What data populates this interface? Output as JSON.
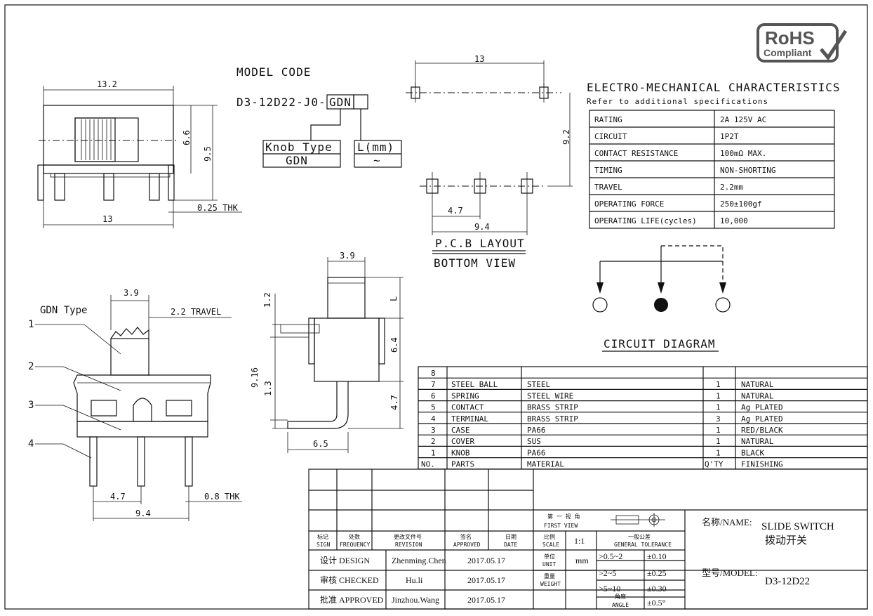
{
  "rohs": {
    "line1": "RoHS",
    "line2": "Compliant"
  },
  "model_code": {
    "heading": "MODEL CODE",
    "code_prefix": "D3-12D22-J0-",
    "code_box1": "GDN",
    "knob_type_label": "Knob Type",
    "knob_type_value": "GDN",
    "length_label": "L(mm)",
    "length_value": "~"
  },
  "front_view": {
    "dim_top": "13.2",
    "dim_right_inner": "6.6",
    "dim_right_outer": "9.5",
    "dim_bottom": "13",
    "thk": "0.25 THK"
  },
  "pcb": {
    "dim_top": "13",
    "dim_right": "9.2",
    "dim_pitch": "4.7",
    "dim_span": "9.4",
    "title1": "P.C.B LAYOUT",
    "title2": "BOTTOM VIEW"
  },
  "electro": {
    "heading": "ELECTRO-MECHANICAL CHARACTERISTICS",
    "sub": "Refer to additional specifications",
    "rows": [
      {
        "k": "RATING",
        "v": "2A 125V AC"
      },
      {
        "k": "CIRCUIT",
        "v": "1P2T"
      },
      {
        "k": "CONTACT RESISTANCE",
        "v": "100mΩ MAX."
      },
      {
        "k": "TIMING",
        "v": "NON-SHORTING"
      },
      {
        "k": "TRAVEL",
        "v": "2.2mm"
      },
      {
        "k": "OPERATING FORCE",
        "v": "250±100gf"
      },
      {
        "k": "OPERATING LIFE(cycles)",
        "v": "10,000"
      }
    ]
  },
  "circuit_title": "CIRCUIT DIAGRAM",
  "side_view": {
    "type_label": "GDN Type",
    "dim_width": "3.9",
    "travel": "2.2 TRAVEL",
    "callouts": [
      "1",
      "2",
      "3",
      "4"
    ],
    "dim_pitch": "4.7",
    "dim_span": "9.4",
    "thk": "0.8 THK"
  },
  "profile_view": {
    "dim_top": "3.9",
    "dim_l": "L",
    "dim_12": "1.2",
    "dim_64": "6.4",
    "dim_916": "9.16",
    "dim_13": "1.3",
    "dim_47": "4.7",
    "dim_65": "6.5"
  },
  "bom": {
    "rows": [
      {
        "no": "8",
        "part": "",
        "material": "",
        "qty": "",
        "finish": ""
      },
      {
        "no": "7",
        "part": "STEEL BALL",
        "material": "STEEL",
        "qty": "1",
        "finish": "NATURAL"
      },
      {
        "no": "6",
        "part": "SPRING",
        "material": "STEEL WIRE",
        "qty": "1",
        "finish": "NATURAL"
      },
      {
        "no": "5",
        "part": "CONTACT",
        "material": "BRASS STRIP",
        "qty": "1",
        "finish": "Ag PLATED"
      },
      {
        "no": "4",
        "part": "TERMINAL",
        "material": "BRASS STRIP",
        "qty": "3",
        "finish": "Ag PLATED"
      },
      {
        "no": "3",
        "part": "CASE",
        "material": "PA66",
        "qty": "1",
        "finish": "RED/BLACK"
      },
      {
        "no": "2",
        "part": "COVER",
        "material": "SUS",
        "qty": "1",
        "finish": "NATURAL"
      },
      {
        "no": "1",
        "part": "KNOB",
        "material": "PA66",
        "qty": "1",
        "finish": "BLACK"
      },
      {
        "no": "NO.",
        "part": "PARTS",
        "material": "MATERIAL",
        "qty": "Q'TY",
        "finish": "FINISHING"
      }
    ]
  },
  "title_block": {
    "hdr": {
      "sign_cn": "标记",
      "sign_en": "SIGN",
      "freq_cn": "处数",
      "freq_en": "FREQUENCY",
      "rev_cn": "更改文件号",
      "rev_en": "REVISION",
      "appr_cn": "签名",
      "appr_en": "APPROVED",
      "date_cn": "日期",
      "date_en": "DATE"
    },
    "rows": [
      {
        "role": "设计 DESIGN",
        "name": "Zhenming.Chen",
        "date": "2017.05.17"
      },
      {
        "role": "审核 CHECKED",
        "name": "Hu.li",
        "date": "2017.05.17"
      },
      {
        "role": "批准 APPROVED",
        "name": "Jinzhou.Wang",
        "date": "2017.05.17"
      }
    ],
    "first_view_cn": "第 一 视 角",
    "first_view_en": "FIRST VIEW",
    "scale_cn": "比例",
    "scale_en": "SCALE",
    "scale_value": "1:1",
    "tol_cn": "一般公差",
    "tol_en": "GENERAL TOLERANCE",
    "unit_cn": "单位",
    "unit_en": "UNIT",
    "unit_value": "mm",
    "weight_cn": "重量",
    "weight_en": "WEIGHT",
    "angle_cn": "角度",
    "angle_en": "ANGLE",
    "tolerances": [
      {
        "range": ">0.5~2",
        "tol": "±0.10"
      },
      {
        "range": ">2~5",
        "tol": "±0.25"
      },
      {
        "range": ">5~10",
        "tol": "±0.30"
      },
      {
        "range": "",
        "tol": "±0.5°"
      }
    ],
    "name_label": "名称/NAME:",
    "name_en": "SLIDE SWITCH",
    "name_cn": "拨动开关",
    "model_label": "型号/MODEL:",
    "model_value": "D3-12D22"
  }
}
